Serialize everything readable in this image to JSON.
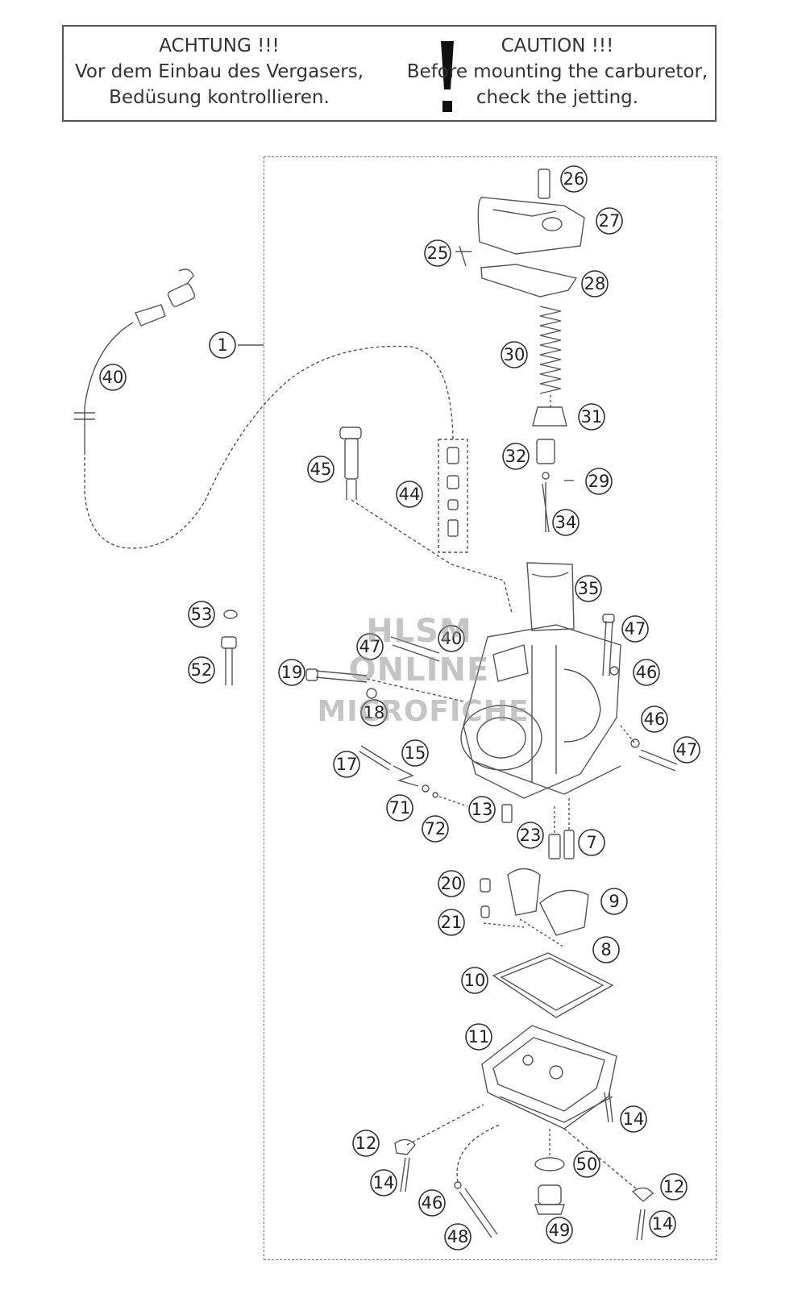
{
  "warning": {
    "de_title": "ACHTUNG !!!",
    "de_line1": "Vor dem Einbau des Vergasers,",
    "de_line2": "Bedüsung kontrollieren.",
    "en_title": "CAUTION !!!",
    "en_line1": "Before mounting the carburetor,",
    "en_line2": "check the jetting."
  },
  "watermark": {
    "line1": "HLSM",
    "line2": "ONLINE",
    "line3": "MICROFICHE"
  },
  "callouts": [
    {
      "id": "c1",
      "label": "1"
    },
    {
      "id": "c26",
      "label": "26"
    },
    {
      "id": "c27",
      "label": "27"
    },
    {
      "id": "c25",
      "label": "25"
    },
    {
      "id": "c28",
      "label": "28"
    },
    {
      "id": "c30",
      "label": "30"
    },
    {
      "id": "c40",
      "label": "40"
    },
    {
      "id": "c31",
      "label": "31"
    },
    {
      "id": "c32",
      "label": "32"
    },
    {
      "id": "c29",
      "label": "29"
    },
    {
      "id": "c45",
      "label": "45"
    },
    {
      "id": "c44",
      "label": "44"
    },
    {
      "id": "c34",
      "label": "34"
    },
    {
      "id": "c35",
      "label": "35"
    },
    {
      "id": "c53",
      "label": "53"
    },
    {
      "id": "c47a",
      "label": "47"
    },
    {
      "id": "c47b",
      "label": "47"
    },
    {
      "id": "c40b",
      "label": "40"
    },
    {
      "id": "c52",
      "label": "52"
    },
    {
      "id": "c19",
      "label": "19"
    },
    {
      "id": "c46a",
      "label": "46"
    },
    {
      "id": "c18",
      "label": "18"
    },
    {
      "id": "c46b",
      "label": "46"
    },
    {
      "id": "c47c",
      "label": "47"
    },
    {
      "id": "c17",
      "label": "17"
    },
    {
      "id": "c15",
      "label": "15"
    },
    {
      "id": "c71",
      "label": "71"
    },
    {
      "id": "c13",
      "label": "13"
    },
    {
      "id": "c72",
      "label": "72"
    },
    {
      "id": "c23",
      "label": "23"
    },
    {
      "id": "c7",
      "label": "7"
    },
    {
      "id": "c20",
      "label": "20"
    },
    {
      "id": "c9",
      "label": "9"
    },
    {
      "id": "c21",
      "label": "21"
    },
    {
      "id": "c8",
      "label": "8"
    },
    {
      "id": "c10",
      "label": "10"
    },
    {
      "id": "c11",
      "label": "11"
    },
    {
      "id": "c14a",
      "label": "14"
    },
    {
      "id": "c12a",
      "label": "12"
    },
    {
      "id": "c50",
      "label": "50"
    },
    {
      "id": "c14b",
      "label": "14"
    },
    {
      "id": "c12b",
      "label": "12"
    },
    {
      "id": "c46c",
      "label": "46"
    },
    {
      "id": "c48",
      "label": "48"
    },
    {
      "id": "c49",
      "label": "49"
    },
    {
      "id": "c14c",
      "label": "14"
    }
  ]
}
